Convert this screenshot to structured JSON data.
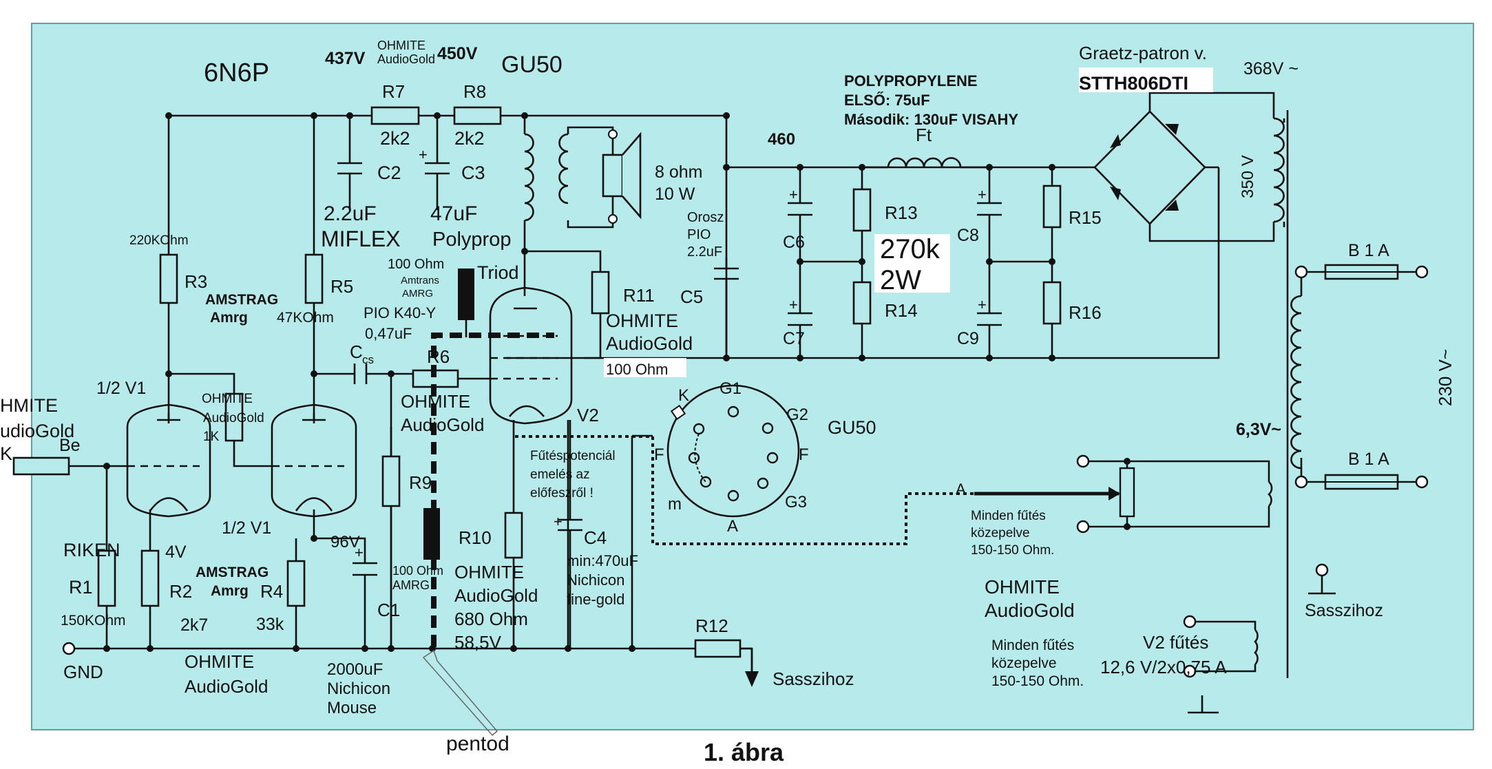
{
  "colors": {
    "panel": "#b7eaea",
    "line": "#111111",
    "page": "#ffffff"
  },
  "caption": "1. ábra",
  "stage1": {
    "tube_type": "6N6P",
    "v1_left": "1/2 V1",
    "v1_right": "1/2 V1",
    "r3_value": "220KOhm",
    "r3_label": "R3",
    "amstrag1_a": "AMSTRAG",
    "amstrag1_b": "Amrg",
    "r5_label": "R5",
    "r5_value": "47KOhm",
    "ohmite_mid_a": "OHMITE",
    "ohmite_mid_b": "AudioGold",
    "ohmite_mid_c": "1K",
    "input_ohmite_a": "HMITE",
    "input_ohmite_b": "udioGold",
    "input_k": "K",
    "input_be": "Be",
    "riken": "RIKEN",
    "r1_label": "R1",
    "r1_value": "150KOhm",
    "r2_label": "R2",
    "r2_value": "2k7",
    "cathode_v": "4V",
    "amstrag2_a": "AMSTRAG",
    "amstrag2_b": "Amrg",
    "r4_label": "R4",
    "r4_value": "33k",
    "v96": "96V",
    "c1_label": "C1",
    "c1_a": "2000uF",
    "c1_b": "Nichicon",
    "c1_c": "Mouse",
    "gnd": "GND",
    "ohmite_gnd_a": "OHMITE",
    "ohmite_gnd_b": "AudioGold",
    "ccs_c": "C",
    "ccs_sub": "cs",
    "ccs_a": "PIO K40-Y",
    "ccs_b": "0,47uF",
    "r9_label": "R9",
    "ohmite_r9_a": "OHMITE",
    "ohmite_r9_b": "AudioGold"
  },
  "supply_top": {
    "v437": "437V",
    "ohmite_r7_a": "OHMITE",
    "ohmite_r7_b": "AudioGold",
    "v450": "450V",
    "r7_label": "R7",
    "r7_value": "2k2",
    "r8_label": "R8",
    "r8_value": "2k2",
    "c2_label": "C2",
    "c2_value": "2.2uF",
    "c2_type": "MIFLEX",
    "c3_label": "C3",
    "c3_value": "47uF",
    "c3_type": "Polyprop",
    "plus": "+"
  },
  "output_stage": {
    "tube": "GU50",
    "speaker_a": "8 ohm",
    "speaker_b": "10 W",
    "c5_a": "Orosz",
    "c5_b": "PIO",
    "c5_c": "2.2uF",
    "c5_label": "C5",
    "r11_label": "R11",
    "r11_a": "OHMITE",
    "r11_b": "AudioGold",
    "r11_value": "100 Ohm",
    "triod_value": "100 Ohm",
    "triod_a": "Amtrans",
    "triod_b": "AMRG",
    "triod": "Triod",
    "r6_label": "R6",
    "v2": "V2",
    "r10_label": "R10",
    "r10_a": "OHMITE",
    "r10_b": "AudioGold",
    "r10_value": "680 Ohm",
    "r10_v": "58,5V",
    "pentod_value": "100 Ohm",
    "pentod_brand": "AMRG",
    "pentod": "pentod",
    "heater_note_a": "Fűtéspotenciál",
    "heater_note_b": "emelés az",
    "heater_note_c": "előfeszről !",
    "c4_label": "C4",
    "c4_a": "min:470uF",
    "c4_b": "Nichicon",
    "c4_c": "fine-gold",
    "r12_label": "R12",
    "sasszi": "Sasszihoz"
  },
  "socket": {
    "title": "GU50",
    "pins": [
      "K",
      "G1",
      "G2",
      "F",
      "F",
      "G3",
      "A",
      "m"
    ]
  },
  "psu": {
    "v460": "460",
    "poly_a": "POLYPROPYLENE",
    "poly_b": "ELSŐ: 75uF",
    "poly_c": "Második: 130uF VISAHY",
    "ft": "Ft",
    "graetz": "Graetz-patron v.",
    "diode": "STTH806DTI",
    "v368": "368V ~",
    "v350": "350 V",
    "c6": "C6",
    "c7": "C7",
    "r13": "R13",
    "r14": "R14",
    "r270_a": "270k",
    "r270_b": "2W",
    "c8": "C8",
    "c9": "C9",
    "r15": "R15",
    "r16": "R16"
  },
  "transformer": {
    "fuse1": "B 1 A",
    "fuse2": "B 1 A",
    "mains": "230 V~",
    "v63": "6,3V~",
    "a_label": "A",
    "all_heat_a": "Minden fűtés",
    "all_heat_b": "közepelve",
    "all_heat_c": "150-150 Ohm.",
    "sasszi": "Sasszihoz",
    "ohmite_a": "OHMITE",
    "ohmite_b": "AudioGold",
    "heat2_a": "Minden fűtés",
    "heat2_b": "közepelve",
    "heat2_c": "150-150 Ohm.",
    "v2_heat_a": "V2 fűtés",
    "v2_heat_b": "12,6 V/2x0,75 A"
  }
}
